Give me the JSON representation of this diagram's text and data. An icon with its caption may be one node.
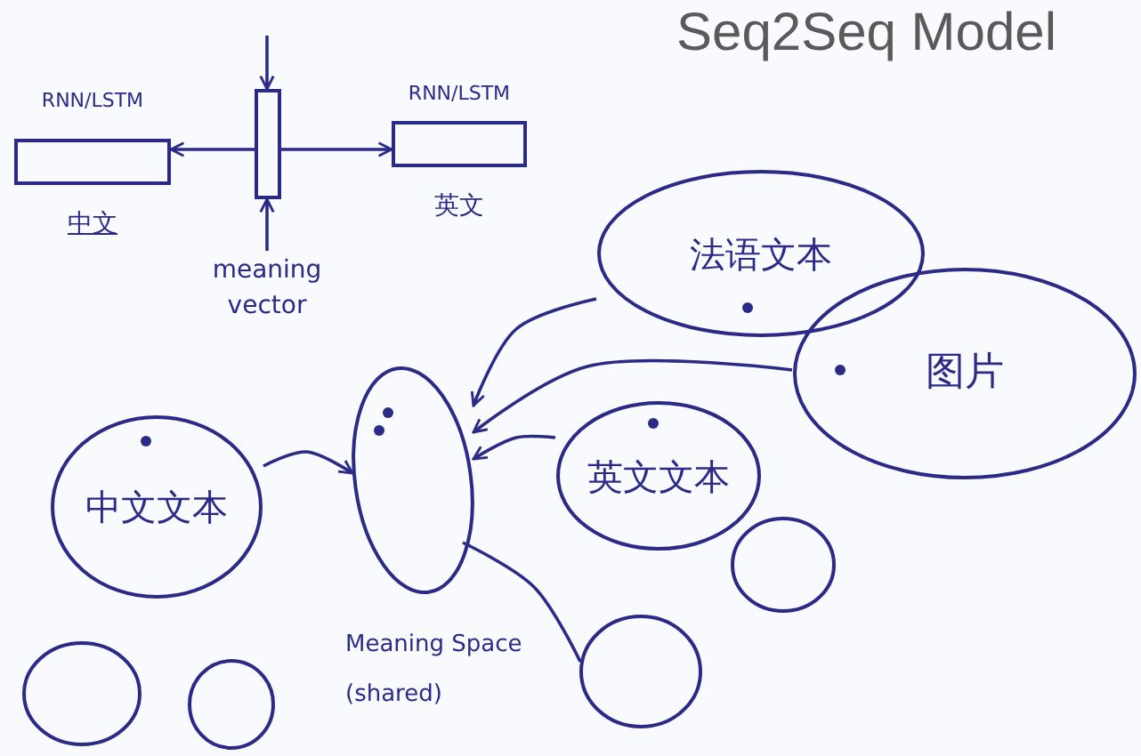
{
  "diagram": {
    "title": "Seq2Seq Model",
    "nodes": [
      {
        "text": [
          "RNN/LSTM",
          "中文"
        ]
      },
      {
        "text": [],
        "shape": "bar"
      },
      {
        "text": [
          "RNN/LSTM",
          "英文"
        ]
      },
      {
        "text": [
          "meaning vector"
        ]
      },
      {
        "text": [
          "中文文本"
        ]
      },
      {
        "text": [],
        "shape": "circle",
        "beside": [
          "Meaning Space (shared)"
        ]
      },
      {
        "text": [
          "法语文本"
        ]
      },
      {
        "text": [
          "图片"
        ]
      },
      {
        "text": [
          "英文文本"
        ]
      },
      {
        "text": [],
        "shape": "circle"
      },
      {
        "text": [],
        "shape": "circle"
      },
      {
        "text": [],
        "shape": "circle"
      },
      {
        "text": [],
        "shape": "circle"
      }
    ],
    "edges": [
      {
        "from": 1,
        "to": 0,
        "arrow": "to"
      },
      {
        "from": 1,
        "to": 2,
        "arrow": "to"
      },
      {
        "from": null,
        "to": 1,
        "arrow": "to"
      },
      {
        "from": 3,
        "to": 1,
        "arrow": "to"
      },
      {
        "from": 4,
        "to": 5,
        "arrow": "to"
      },
      {
        "from": 6,
        "to": 5,
        "arrow": "to"
      },
      {
        "from": 7,
        "to": 5,
        "arrow": "to"
      },
      {
        "from": 8,
        "to": 5,
        "arrow": "to"
      },
      {
        "from": 5,
        "to": 10,
        "arrow": "none"
      }
    ]
  }
}
